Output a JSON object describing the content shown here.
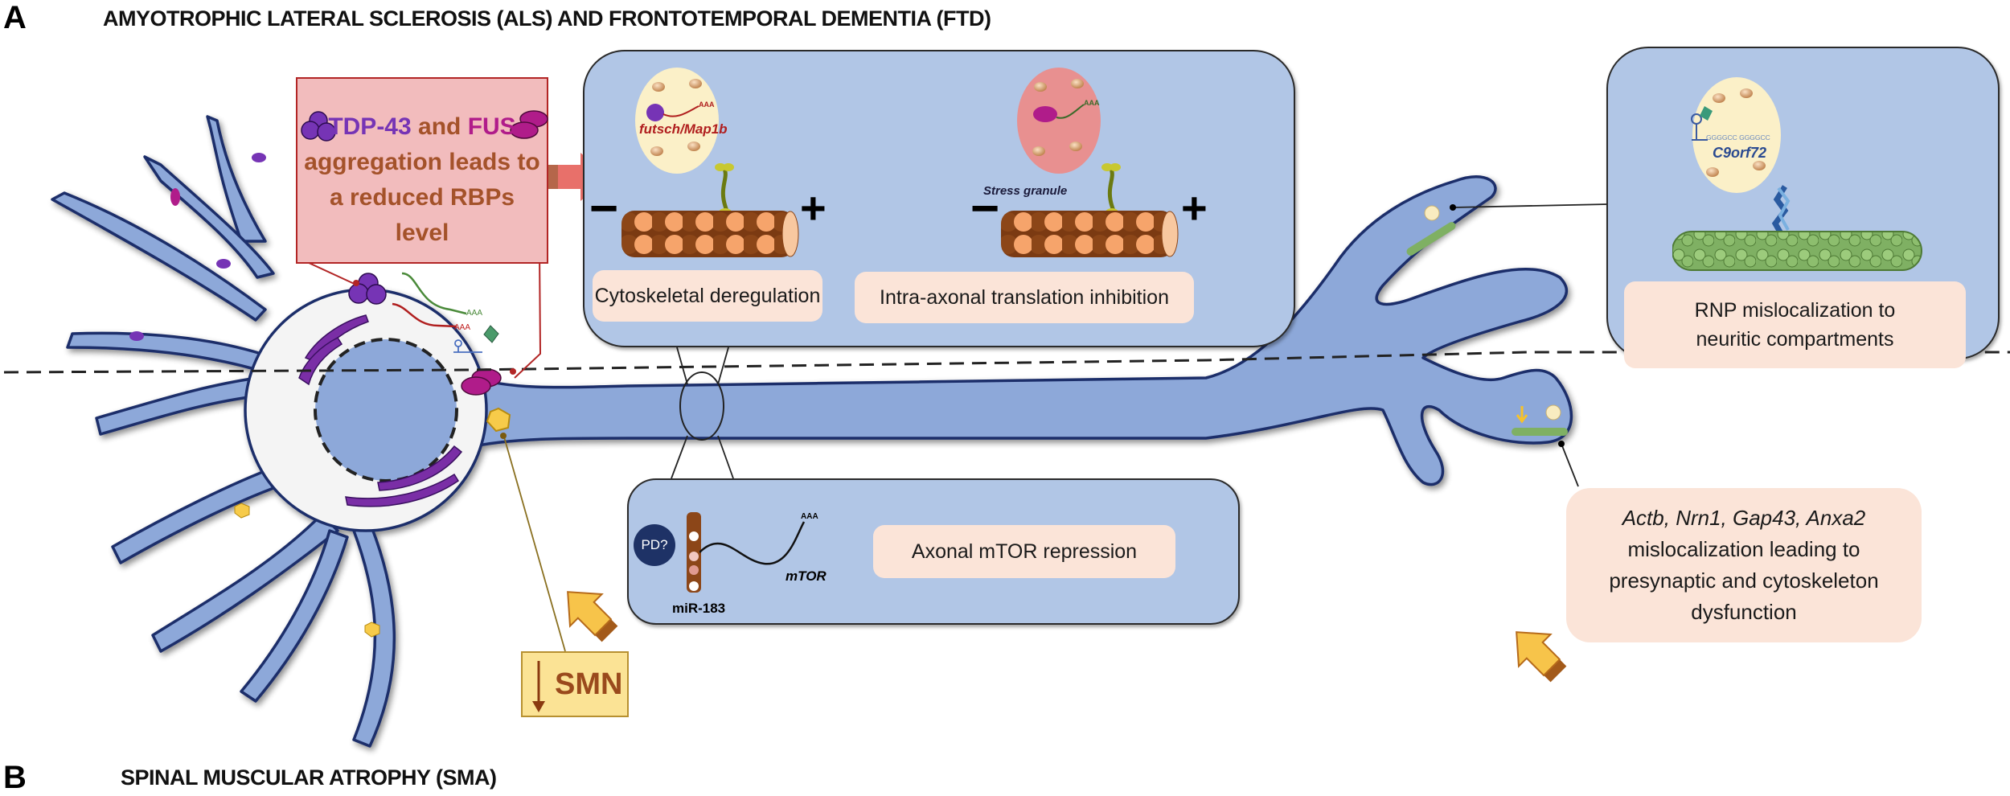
{
  "panels": {
    "a": {
      "letter": "A",
      "title": "AMYOTROPHIC LATERAL SCLEROSIS (ALS)  AND  FRONTOTEMPORAL DEMENTIA (FTD)"
    },
    "b": {
      "letter": "B",
      "title": "SPINAL MUSCULAR ATROPHY (SMA)"
    }
  },
  "aggregation_box": {
    "protein1": "TDP-43",
    "connector": " and ",
    "protein2": "FUS",
    "line2": "aggregation leads to",
    "line3": "a reduced RBPs",
    "line4": "level"
  },
  "cytoskeleton_box": {
    "granule1_label": "futsch/Map1b",
    "granule1_tail": "AAA",
    "granule2_tail": "AAA",
    "stress_granule_label": "Stress granule",
    "minus": "−",
    "plus": "+",
    "label1": "Cytoskeletal deregulation",
    "label2": "Intra-axonal translation inhibition"
  },
  "rnp_box": {
    "gene_label": "C9orf72",
    "repeat_seq": "GGGGCC GGGGCC",
    "label_line1": "RNP mislocalization to",
    "label_line2": "neuritic compartments"
  },
  "mtor_box": {
    "pd_label": "PD?",
    "mir_label": "miR-183",
    "mtor_label": "mTOR",
    "tail": "AAA",
    "label": "Axonal mTOR repression"
  },
  "smn_box": {
    "label": "SMN",
    "direction": "down"
  },
  "terminal_box": {
    "genes": "Actb, Nrn1, Gap43, Anxa2",
    "line2": "mislocalization leading to",
    "line3": "presynaptic and cytoskeleton",
    "line4": "dysfunction"
  },
  "soma": {
    "tail_green": "AAA",
    "tail_red": "AAA"
  },
  "colors": {
    "neuron_fill": "#8da8d9",
    "neuron_stroke": "#1d2f6b",
    "box_fill": "#b1c6e6",
    "label_fill": "#fbe4d8",
    "red_box_fill": "#f2bcbd",
    "tdp43": "#7634b5",
    "fus": "#b01c8a",
    "smn_yellow": "#fbe395",
    "arrow_yellow": "#f7c44a"
  }
}
